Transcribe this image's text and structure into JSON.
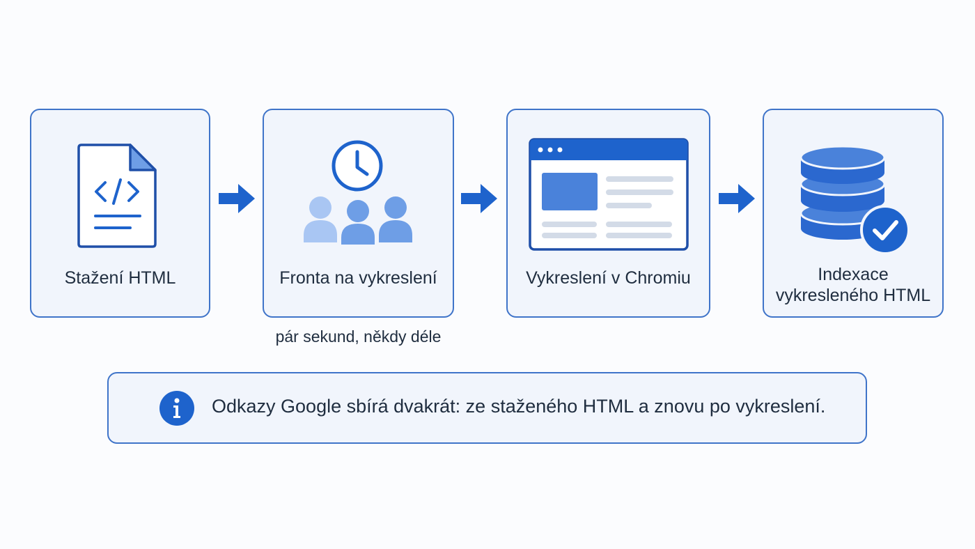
{
  "steps": [
    {
      "label": "Stažení HTML",
      "icon": "html-file-icon"
    },
    {
      "label": "Fronta na vykreslení",
      "icon": "queue-clock-people-icon",
      "note": "pár sekund, někdy déle"
    },
    {
      "label": "Vykreslení v Chromiu",
      "icon": "browser-window-icon"
    },
    {
      "label": "Indexace\nvykresleného HTML",
      "icon": "database-check-icon"
    }
  ],
  "info": {
    "text": "Odkazy Google sbírá dvakrát: ze staženého HTML a znovu po vykreslení.",
    "icon": "info-icon"
  },
  "colors": {
    "accent": "#1e63cc",
    "accent_dark": "#1f4fa8",
    "light_blue": "#a9c6f3",
    "mid_blue": "#6e9ee6",
    "box_border": "#3f74c9",
    "box_fill": "#f1f5fc",
    "text": "#1f2d3f"
  }
}
